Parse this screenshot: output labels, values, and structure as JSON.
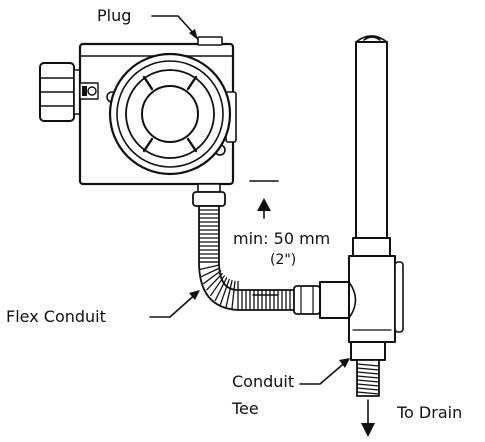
{
  "diagram": {
    "labels": {
      "plug": "Plug",
      "dimension_line1": "min: 50 mm",
      "dimension_line2": "(2\")",
      "flex_conduit": "Flex Conduit",
      "conduit_line1": "Conduit",
      "conduit_line2": "Tee",
      "to_drain": "To Drain"
    },
    "colors": {
      "line": "#111111",
      "background": "#ffffff"
    },
    "icons": [
      "arrow-up-icon",
      "arrow-down-icon"
    ]
  }
}
